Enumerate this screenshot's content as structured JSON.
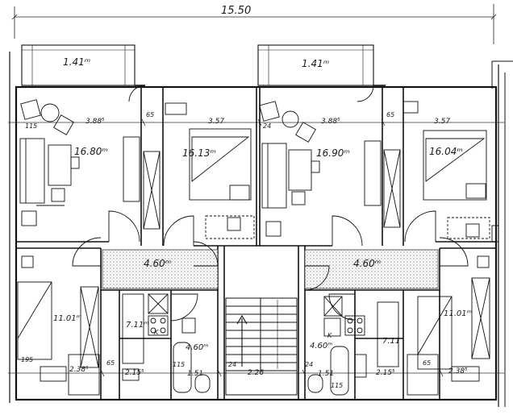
{
  "drawing": {
    "overall_width": "15.50",
    "balcony_left": "1.41ᵐ",
    "balcony_right": "1.41ᵐ",
    "living_left": "16.80ᵐ",
    "bedroom_left": "16.13ᵐ",
    "living_right": "16.90ᵐ",
    "bedroom_right": "16.04ᵐ",
    "hall_left": "4.60ᵐ",
    "hall_right": "4.60ᵐ",
    "room_left": "11.01ᵐ",
    "room_right": "11.01ᵐ",
    "kitchen_left": "7.11ᵐ",
    "kitchen_right": "7.11",
    "bath_left": "4.60ᵐ",
    "bath_right": "4.60ᵐ",
    "dims": {
      "d_388_l": "3.88⁵",
      "d_357_l": "3.57",
      "d_388_r": "3.88⁵",
      "d_357_r": "3.57",
      "d_115_l": "115",
      "d_65_l": "65",
      "d_24_r": "24",
      "d_65_r": "65",
      "d_195": "195",
      "d_238_l": "2.38⁵",
      "d_65_bl": "65",
      "d_215_l": "2.15⁵",
      "d_115_b": "115",
      "d_151_l": "1.51",
      "d_24_b": "24",
      "d_226": "2.26",
      "d_24_b2": "24",
      "d_151_r": "1.51",
      "d_215_r": "2.15⁵",
      "d_65_br": "65",
      "d_238_r": "2.38⁵",
      "d_115_br": "115",
      "letter_k1": "K",
      "letter_k2": "K"
    }
  }
}
